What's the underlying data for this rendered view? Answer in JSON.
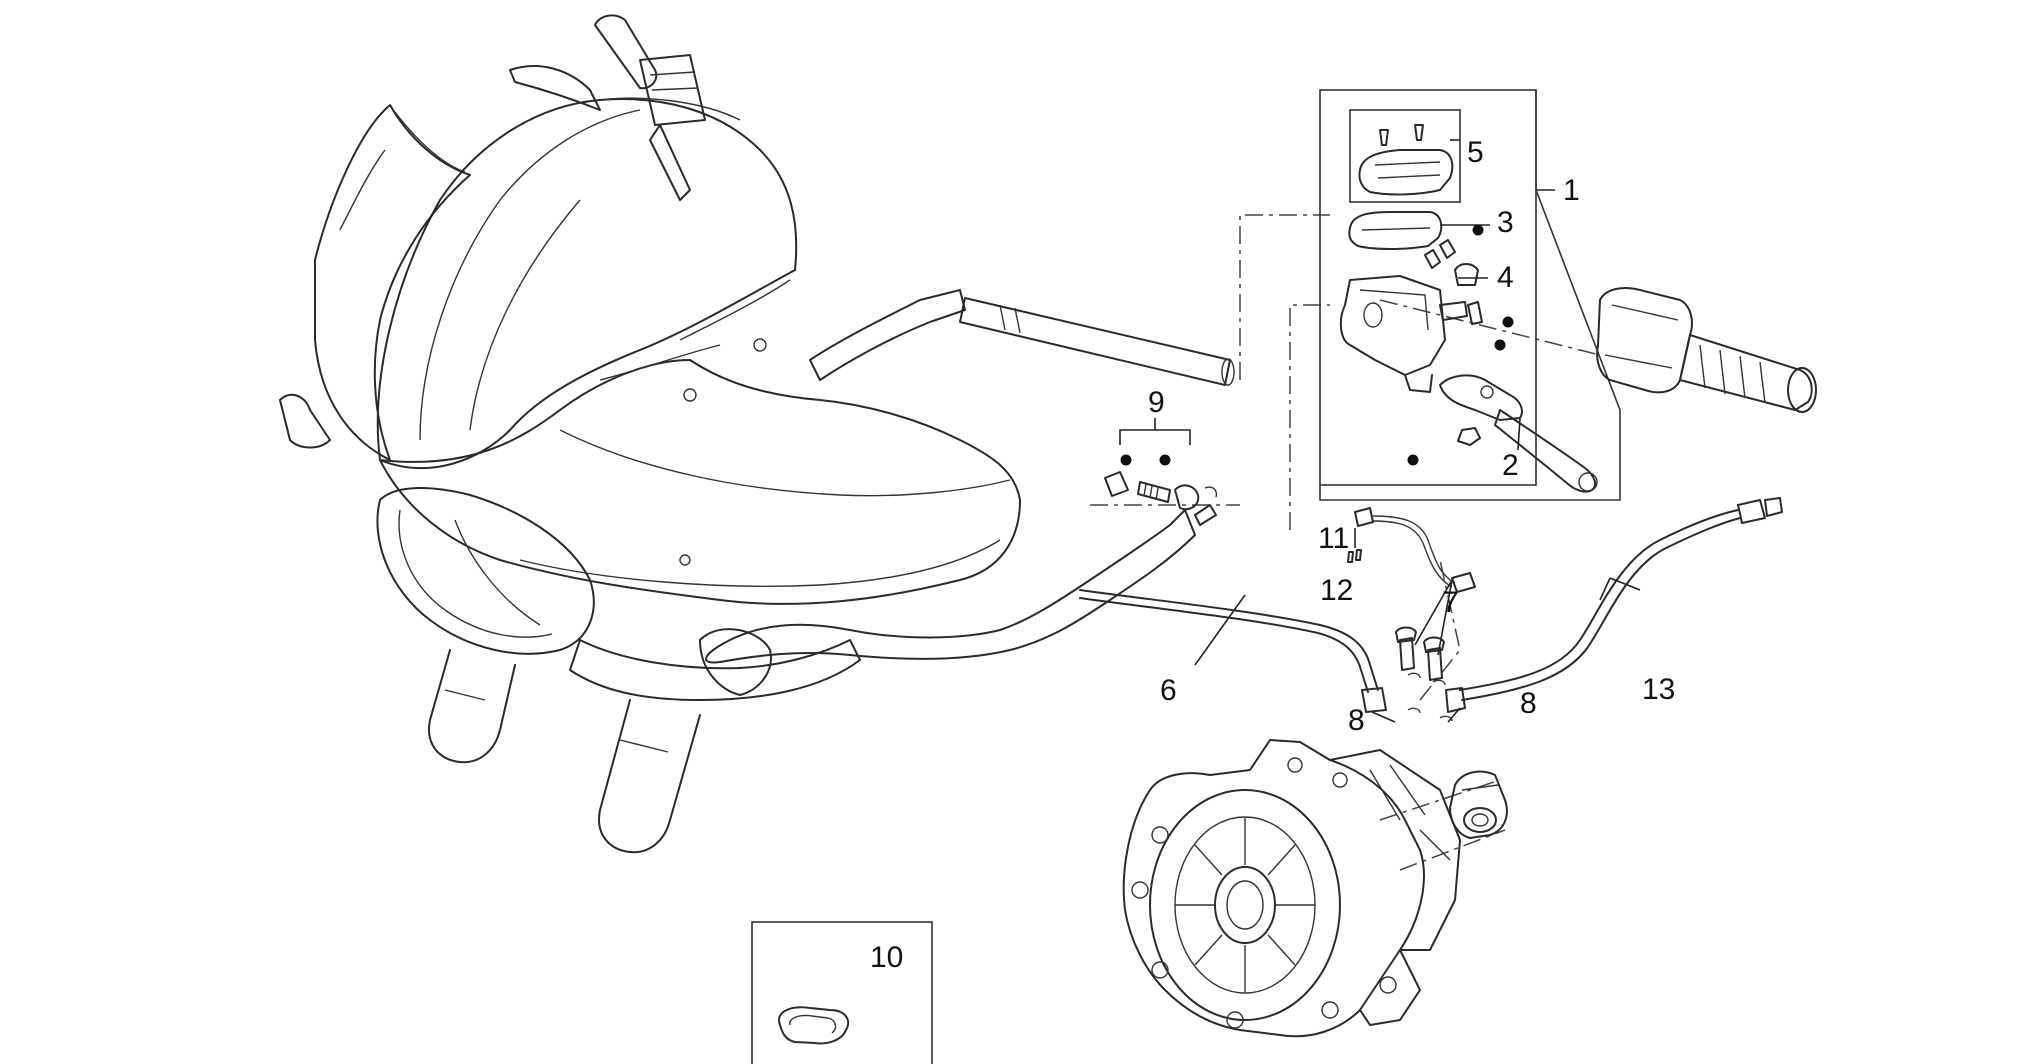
{
  "diagram": {
    "callouts": {
      "c1": "1",
      "c2": "2",
      "c3": "3",
      "c4": "4",
      "c5": "5",
      "c6": "6",
      "c7": "7",
      "c8a": "8",
      "c8b": "8",
      "c9": "9",
      "c10": "10",
      "c11": "11",
      "c12": "12",
      "c13": "13"
    }
  }
}
